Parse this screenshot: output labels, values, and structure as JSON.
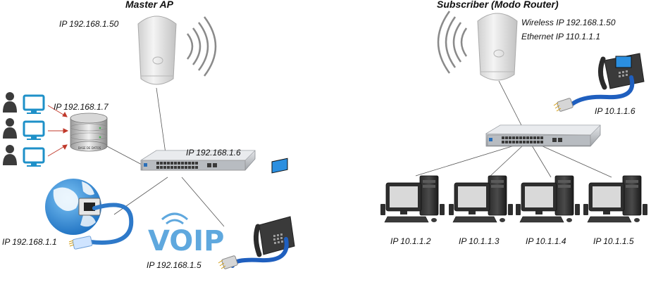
{
  "master": {
    "title": "Master AP",
    "ap_ip": "IP 192.168.1.50",
    "server_ip": "IP 192.168.1.7",
    "switch_ip": "IP 192.168.1.6",
    "internet_ip": "IP 192.168.1.1",
    "voip_ip": "IP 192.168.1.5",
    "server_caption": "BASE DE DATOS",
    "voip_logo": "VOIP"
  },
  "subscriber": {
    "title": "Subscriber (Modo Router)",
    "wireless_ip": "Wireless IP 192.168.1.50",
    "ethernet_ip": "Ethernet IP 110.1.1.1",
    "phone_ip": "IP 10.1.1.6",
    "pcs": [
      {
        "ip": "IP 10.1.1.2"
      },
      {
        "ip": "IP 10.1.1.3"
      },
      {
        "ip": "IP 10.1.1.4"
      },
      {
        "ip": "IP 10.1.1.5"
      }
    ]
  },
  "colors": {
    "link": "#555555",
    "ap_body": "#e6e6e6",
    "switch_body": "#c9ccd0",
    "cable_blue": "#1f5fbf",
    "globe_blue": "#2e86d8",
    "user_icon": "#3b3b3b",
    "monitor": "#1e90c8"
  }
}
